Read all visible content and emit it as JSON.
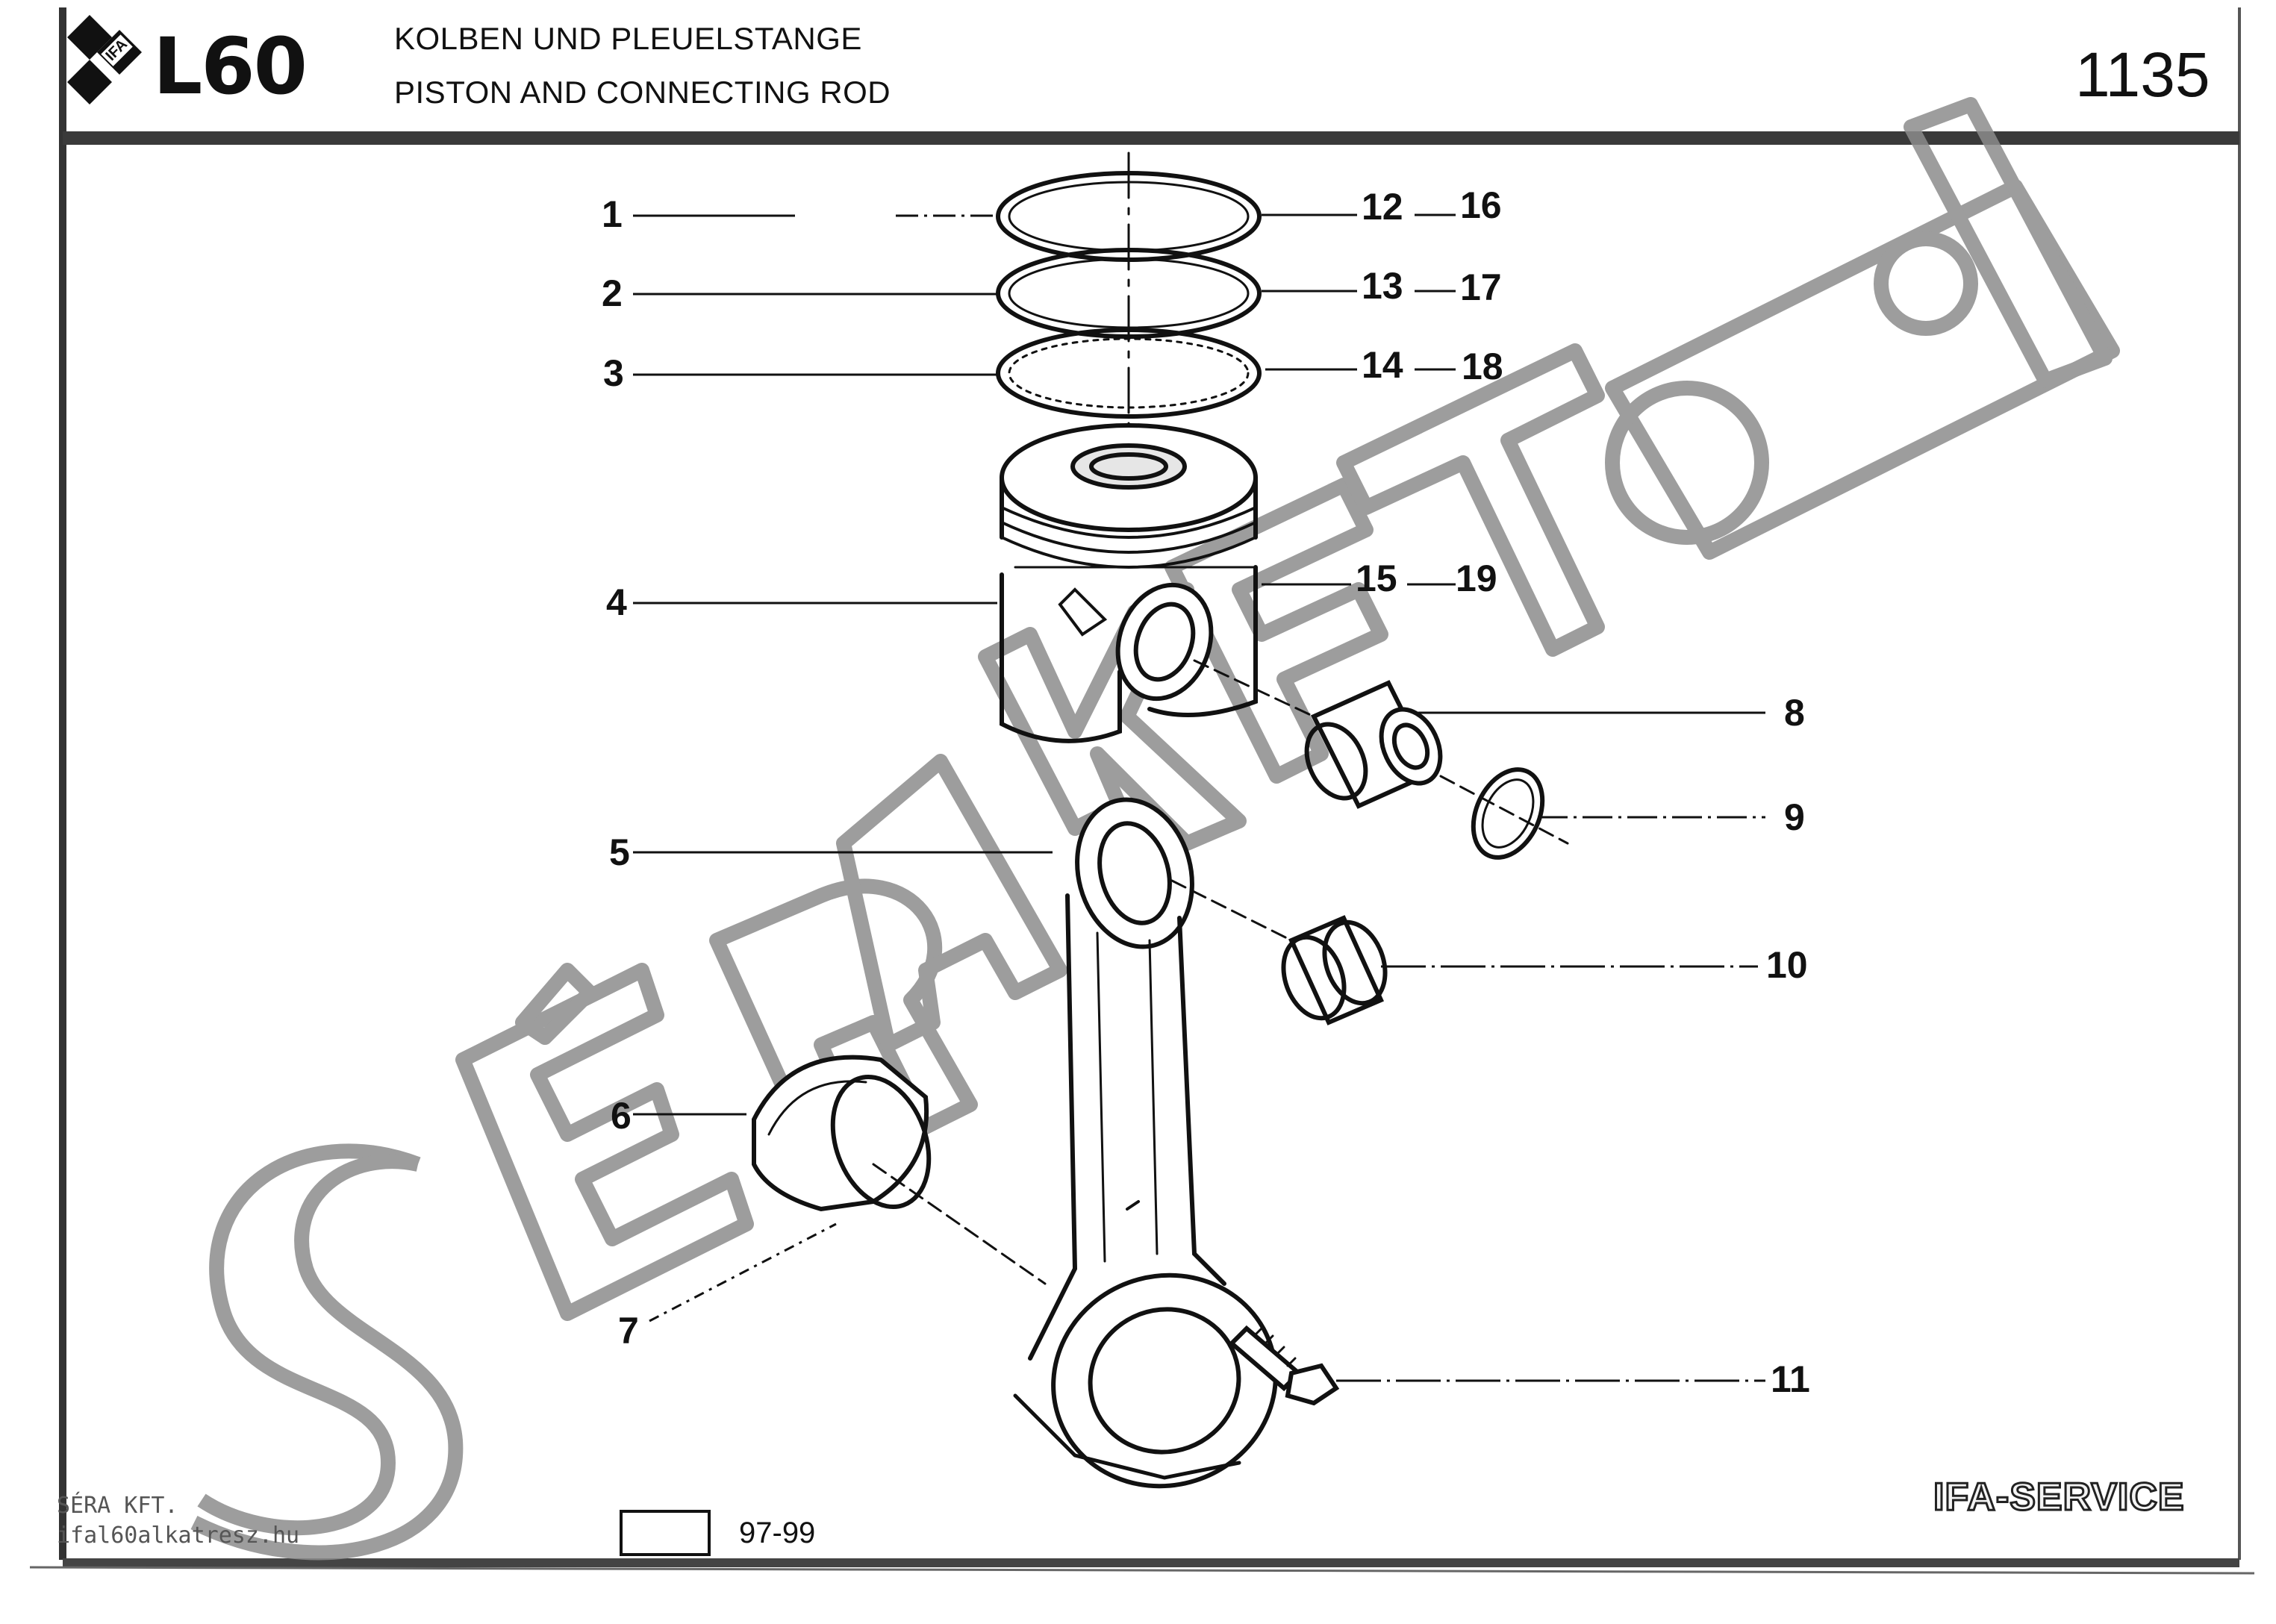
{
  "header": {
    "logo_badge": "IFA",
    "logo_model": "L60",
    "title_de": "KOLBEN UND PLEUELSTANGE",
    "title_en": "PISTON AND CONNECTING ROD",
    "page_number": "1135"
  },
  "callouts": {
    "c1": "1",
    "c2": "2",
    "c3": "3",
    "c4": "4",
    "c5": "5",
    "c6": "6",
    "c7": "7",
    "c8": "8",
    "c9": "9",
    "c10": "10",
    "c11": "11",
    "c12": "12",
    "c16": "16",
    "c13": "13",
    "c17": "17",
    "c14": "14",
    "c18": "18",
    "c15": "15",
    "c19": "19"
  },
  "footer": {
    "brand": "IFA-SERVICE",
    "company": "SÉRA KFT.",
    "website": "ifal60alkatresz.hu",
    "date_code": "97-99"
  },
  "watermark": {
    "text": "SÉRA KFT",
    "color": "#9a9a9a"
  },
  "colors": {
    "ink": "#111111",
    "border": "#222222"
  }
}
